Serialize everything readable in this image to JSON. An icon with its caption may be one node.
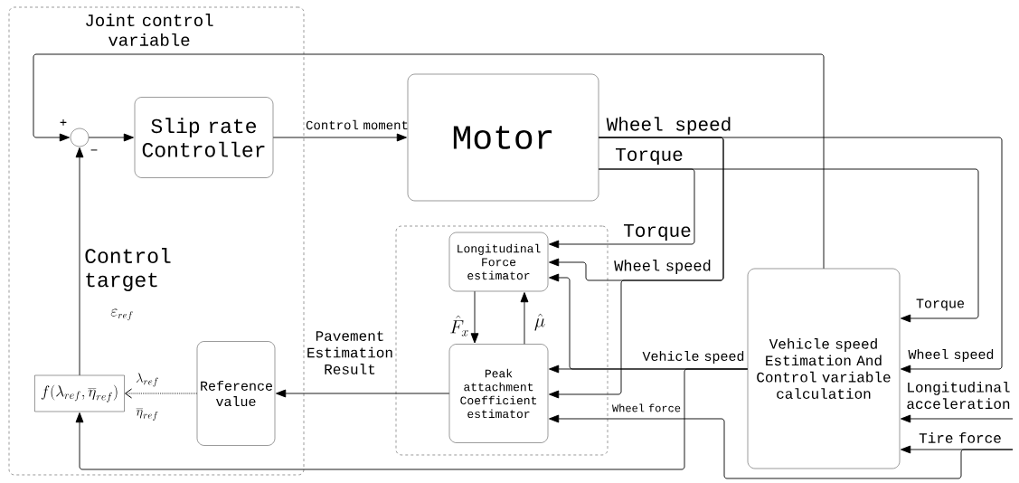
{
  "diagram": {
    "nodes": [
      {
        "text": [],
        "shape": "box"
      },
      {
        "text": [],
        "shape": "circle",
        "in": 0,
        "beside": [
          "+",
          "−"
        ]
      },
      {
        "text": [
          "Slip rate Controller"
        ],
        "in": 0
      },
      {
        "text": [
          "Motor"
        ]
      },
      {
        "text": [],
        "shape": "box"
      },
      {
        "text": [
          "Longitudinal Force estimator"
        ],
        "in": 4
      },
      {
        "text": [
          "Peak attachment Coefficient estimator"
        ],
        "in": 4
      },
      {
        "text": [
          "Vehicle speed Estimation And Control variable calculation"
        ]
      },
      {
        "text": [
          "Reference value"
        ],
        "in": 0
      },
      {
        "text": [
          "f(\\lambda_{ref},\\overline{\\eta}_{ref})"
        ],
        "in": 0
      }
    ],
    "edges": [
      {
        "from": 7,
        "to": 1,
        "arrow": "to",
        "label": "Joint control variable"
      },
      {
        "from": 1,
        "to": 2,
        "arrow": "to"
      },
      {
        "from": 2,
        "to": 3,
        "arrow": "to",
        "label": "Control moment"
      },
      {
        "from": 3,
        "to": 5,
        "arrow": "to",
        "label": "Torque"
      },
      {
        "from": 3,
        "to": 7,
        "arrow": "to",
        "label": "Torque"
      },
      {
        "from": 3,
        "to": 5,
        "arrow": "to",
        "label": "Wheel speed"
      },
      {
        "from": 3,
        "to": 6,
        "arrow": "to"
      },
      {
        "from": 3,
        "to": 7,
        "arrow": "to",
        "label": "Wheel speed"
      },
      {
        "from": 5,
        "to": 6,
        "arrow": "to",
        "label": "\\hat{F}_x"
      },
      {
        "from": 6,
        "to": 5,
        "arrow": "to",
        "label": "\\hat{\\mu}"
      },
      {
        "from": 7,
        "to": 6,
        "arrow": "to",
        "label": "Vehicle speed"
      },
      {
        "from": 7,
        "to": 5,
        "arrow": "to"
      },
      {
        "from": 7,
        "to": 9,
        "arrow": "to"
      },
      {
        "from": null,
        "to": 7,
        "arrow": "to",
        "label": "Longitudinal acceleration"
      },
      {
        "from": null,
        "to": 7,
        "arrow": "to",
        "label": "Tire force"
      },
      {
        "from": null,
        "to": 6,
        "arrow": "to",
        "label": "Wheel force"
      },
      {
        "from": 6,
        "to": 8,
        "arrow": "to",
        "label": "Pavement Estimation Result"
      },
      {
        "from": 8,
        "to": 9,
        "arrow": "to",
        "style": "dashed",
        "label": "\\lambda_{ref}"
      },
      {
        "from": 9,
        "to": 1,
        "arrow": "to",
        "label": "Control target"
      }
    ],
    "labels": [
      "Wheel speed",
      "Torque",
      "\\varepsilon_{ref}",
      "\\overline{\\eta}_{ref}"
    ]
  }
}
